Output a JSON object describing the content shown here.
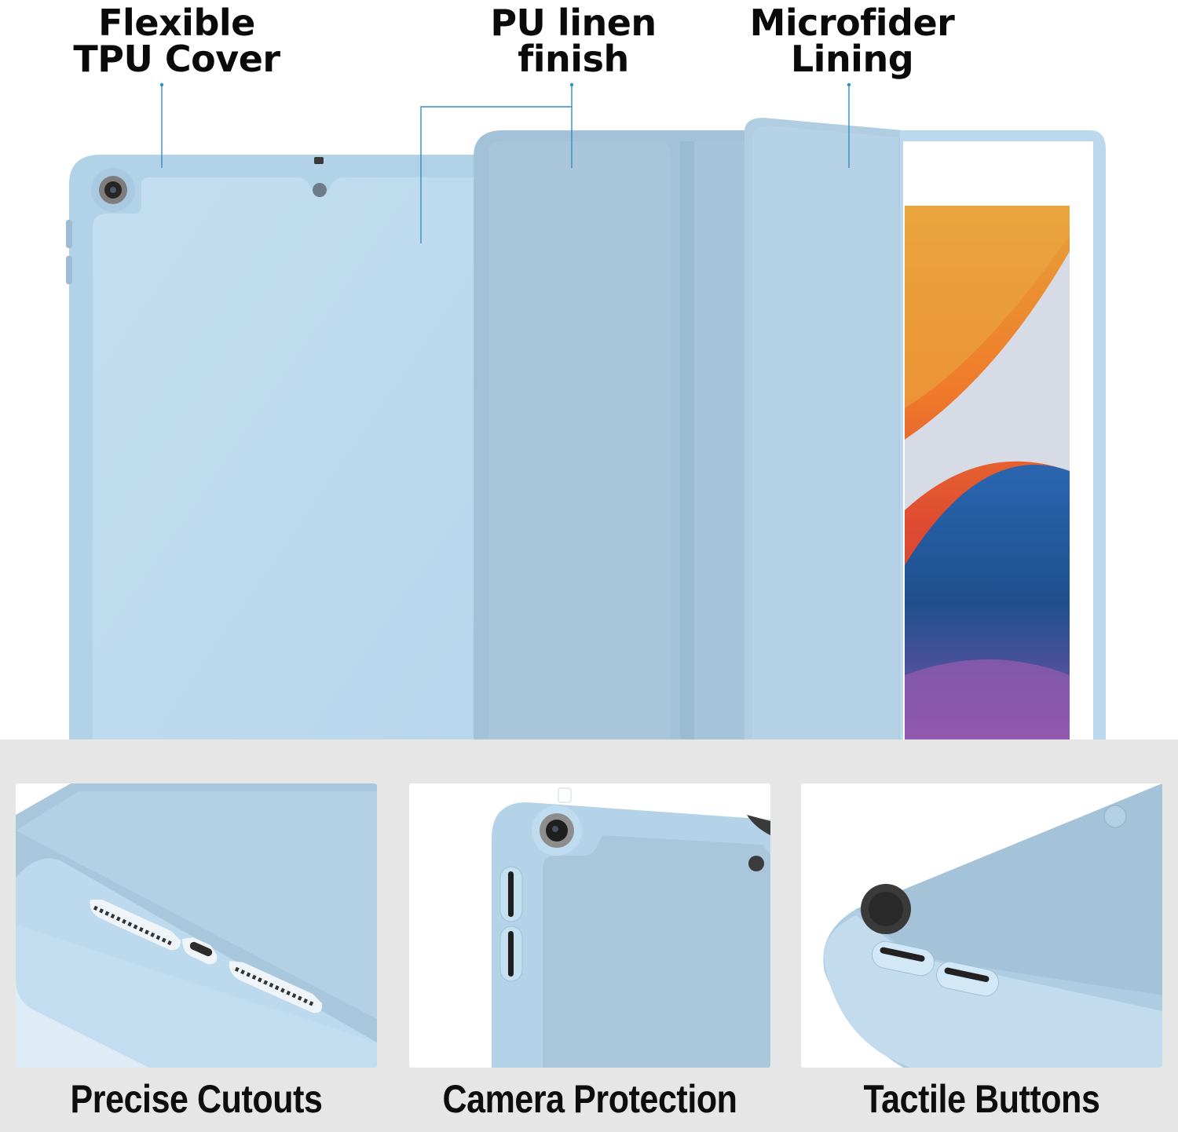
{
  "callouts": [
    {
      "line1": "Flexible",
      "line2": "TPU Cover"
    },
    {
      "line1": "PU linen",
      "line2": "finish"
    },
    {
      "line1": "Microfider",
      "line2": "Lining"
    }
  ],
  "features": [
    {
      "caption": "Precise Cutouts"
    },
    {
      "caption": "Camera Protection"
    },
    {
      "caption": "Tactile Buttons"
    }
  ],
  "colors": {
    "case_blue": "#bcd9ec",
    "fold_blue": "#a9c6db",
    "leader_line": "#2f8fc4",
    "band_gray": "#e6e6e6"
  }
}
